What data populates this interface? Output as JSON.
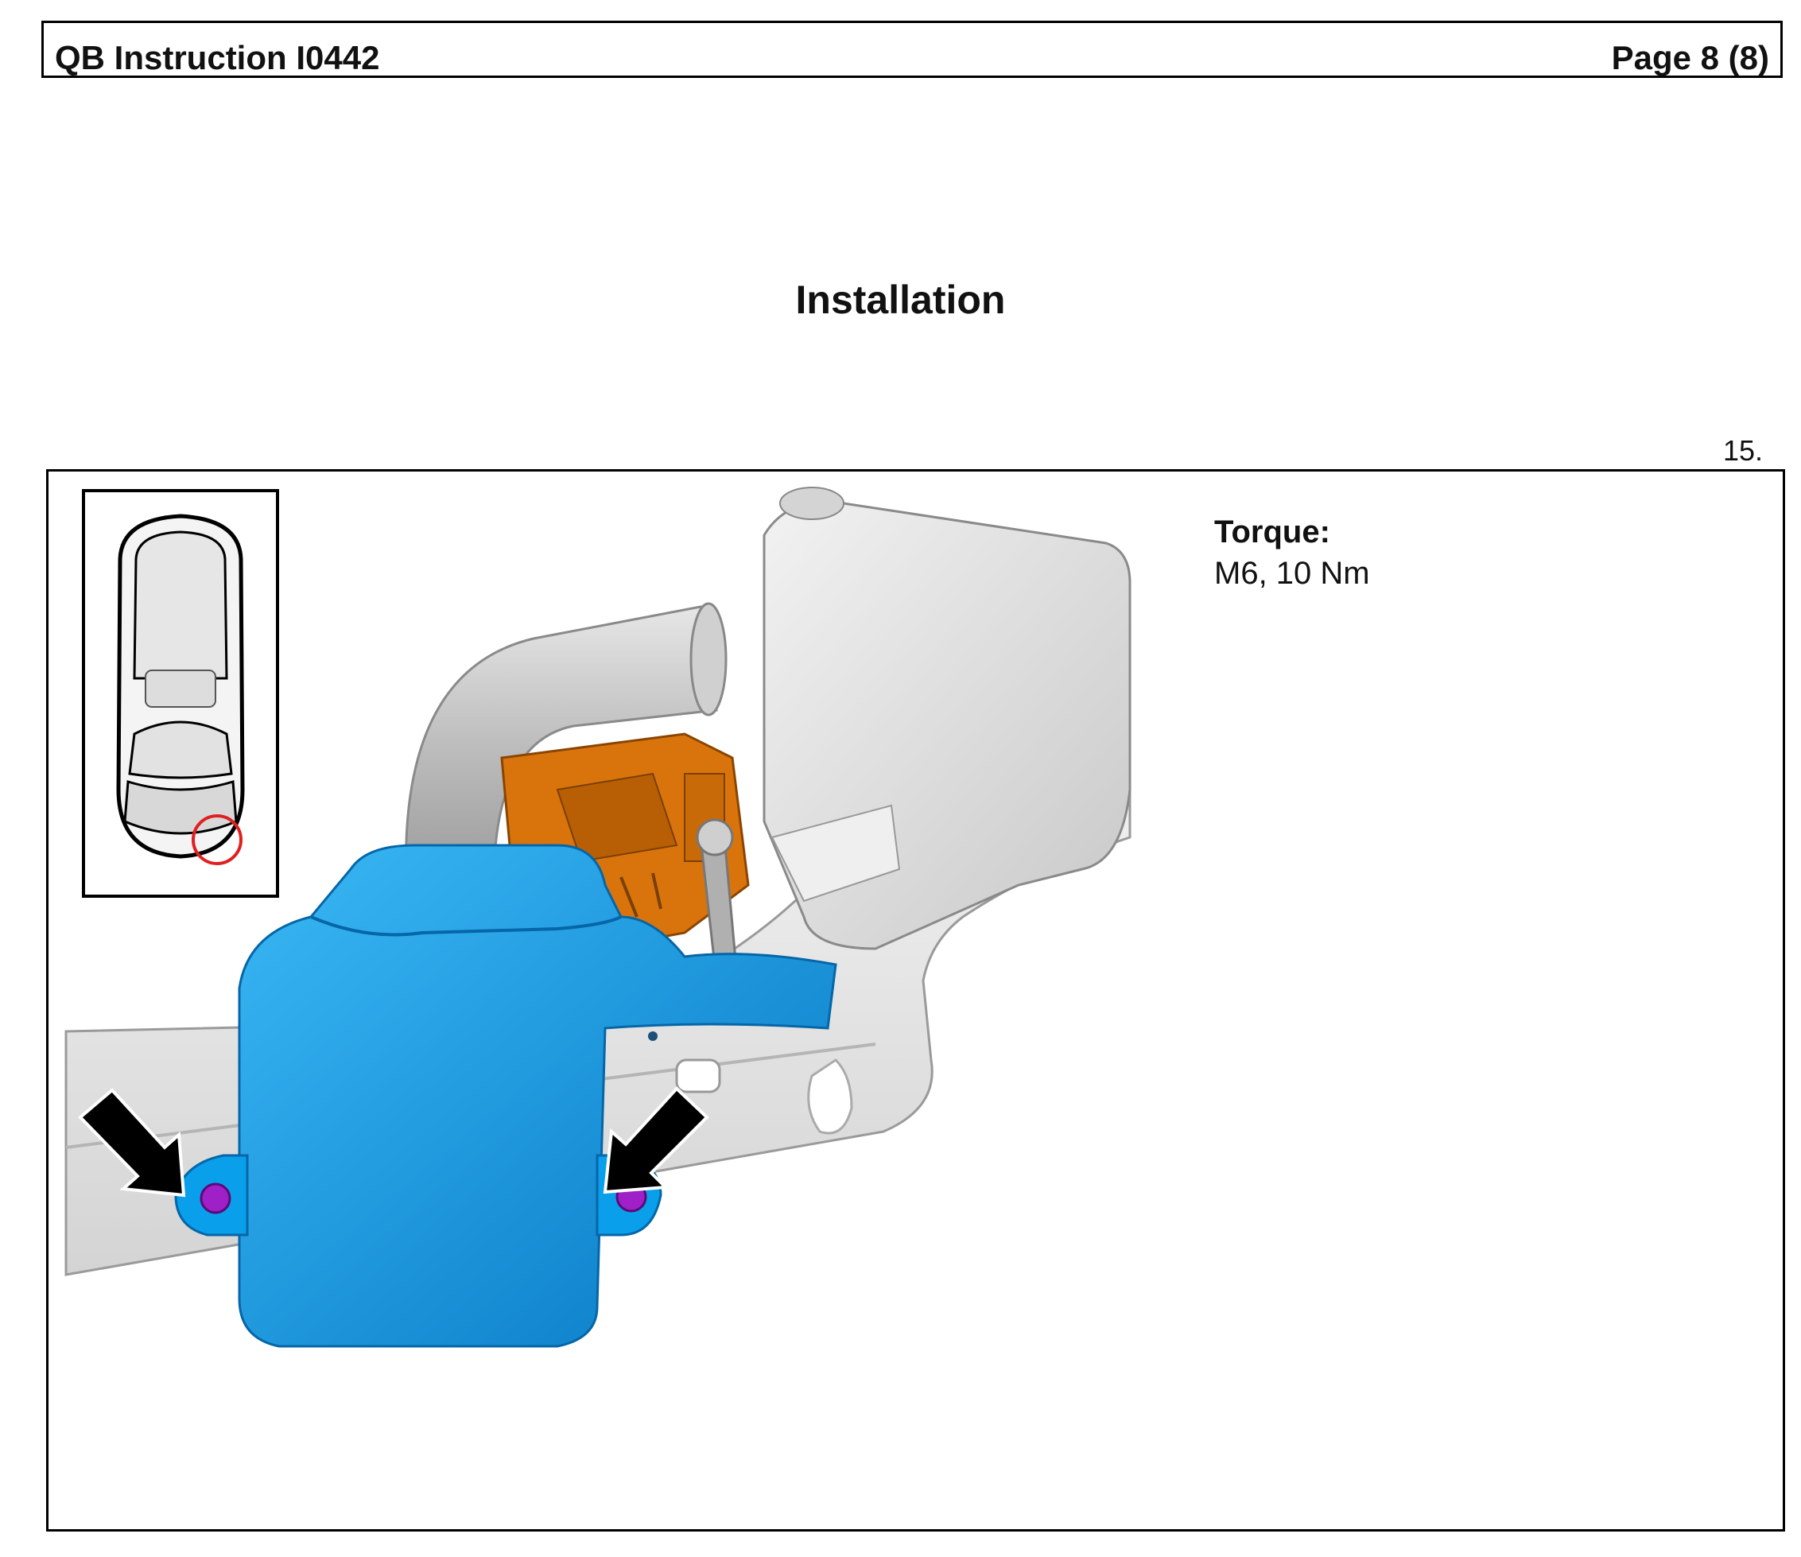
{
  "header": {
    "doc_title": "QB Instruction I0442",
    "page": "Page 8 (8)"
  },
  "section": {
    "title": "Installation"
  },
  "step": {
    "number": "15."
  },
  "figure": {
    "torque_label": "Torque:",
    "torque_value": "M6, 10 Nm",
    "colors": {
      "tank": "#0a9fea",
      "tank_dark": "#0678c4",
      "motor": "#d9740c",
      "reservoir": "#dadada",
      "bolt": "#a020c8",
      "highlight_circle": "#e02020"
    },
    "icons": [
      "vehicle-top-view-icon",
      "location-circle-icon",
      "arrow-icon",
      "bolt-icon"
    ]
  }
}
